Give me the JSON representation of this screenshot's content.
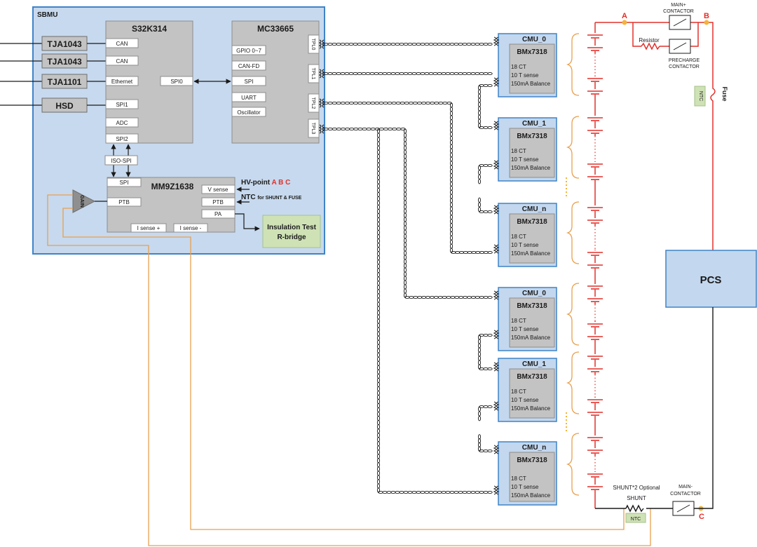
{
  "colors": {
    "panel_fill": "#c7d9ee",
    "panel_stroke": "#3f83c7",
    "chip_fill": "#c3c3c3",
    "chip_stroke": "#8c8c8c",
    "cmu_fill": "#c3d7ee",
    "cmu_stroke": "#3f83c7",
    "green_fill": "#cfe2b6",
    "red": "#e1302b",
    "orange": "#e8a04f",
    "bracket": "#e8a04f",
    "junction": "#f4b43a",
    "text": "#1a1a1a"
  },
  "sbmu": {
    "title": "SBMU",
    "transceivers": [
      "TJA1043",
      "TJA1043",
      "TJA1101",
      "HSD"
    ],
    "s32k": {
      "title": "S32K314",
      "ports": [
        "CAN",
        "CAN",
        "Ethernet",
        "SPI1",
        "ADC",
        "SPI2"
      ],
      "spi0": "SPI0"
    },
    "mc33665": {
      "title": "MC33665",
      "ports": [
        "GPIO 0~7",
        "CAN-FD",
        "SPI",
        "UART",
        "Oscillator"
      ],
      "tpl": [
        "TPL0",
        "TPL1",
        "TPL2",
        "TPL3"
      ]
    },
    "iso_spi": "ISO-SPI",
    "mm9z": {
      "title": "MM9Z1638",
      "left_ports": [
        "SPI",
        "PTB"
      ],
      "right_ports": [
        "V sense",
        "PTB",
        "PA"
      ],
      "bottom_ports": [
        "I sense +",
        "I sense -"
      ]
    },
    "gain": "GAIN",
    "hv_point_label": "HV-point",
    "hv_points": "A B C",
    "ntc_label": "NTC",
    "ntc_suffix": "for SHUNT & FUSE",
    "insulation": [
      "Insulation Test",
      "R-bridge"
    ]
  },
  "cmus": [
    {
      "title": "CMU_0",
      "chip": "BMx7318",
      "specs": [
        "18 CT",
        "10 T sense",
        "150mA Balance"
      ]
    },
    {
      "title": "CMU_1",
      "chip": "BMx7318",
      "specs": [
        "18 CT",
        "10 T sense",
        "150mA Balance"
      ]
    },
    {
      "title": "CMU_n",
      "chip": "BMx7318",
      "specs": [
        "18 CT",
        "10 T sense",
        "150mA Balance"
      ]
    },
    {
      "title": "CMU_0",
      "chip": "BMx7318",
      "specs": [
        "18 CT",
        "10 T sense",
        "150mA Balance"
      ]
    },
    {
      "title": "CMU_1",
      "chip": "BMx7318",
      "specs": [
        "18 CT",
        "10 T sense",
        "150mA Balance"
      ]
    },
    {
      "title": "CMU_n",
      "chip": "BMx7318",
      "specs": [
        "18 CT",
        "10 T sense",
        "150mA Balance"
      ]
    }
  ],
  "power": {
    "point_a": "A",
    "point_b": "B",
    "point_c": "C",
    "main_plus": [
      "MAIN+",
      "CONTACTOR"
    ],
    "resistor": "Resistor",
    "precharge": [
      "PRECHARGE",
      "CONTACTOR"
    ],
    "fuse": "Fuse",
    "ntc": "NTC",
    "pcs": "PCS",
    "shunt_optional": "SHUNT*2 Optional",
    "shunt": "SHUNT",
    "shunt_ntc": "NTC",
    "main_minus": [
      "MAIN-",
      "CONTACTOR"
    ]
  }
}
